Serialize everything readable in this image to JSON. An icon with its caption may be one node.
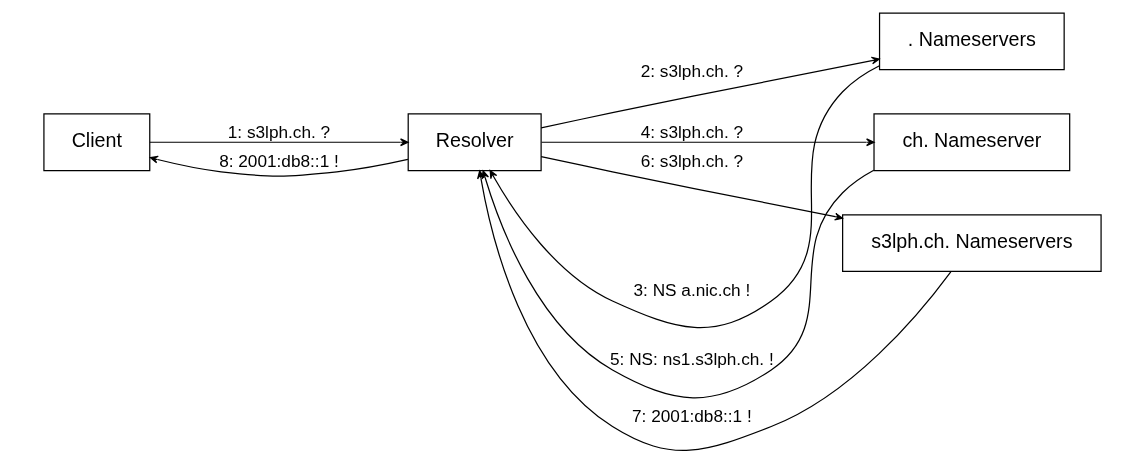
{
  "diagram": {
    "nodes": [
      {
        "text": [
          "Client"
        ]
      },
      {
        "text": [
          "Resolver"
        ]
      },
      {
        "text": [
          ". Nameservers"
        ]
      },
      {
        "text": [
          "ch. Nameserver"
        ]
      },
      {
        "text": [
          "s3lph.ch. Nameservers"
        ]
      }
    ],
    "edges": [
      {
        "from": 0,
        "to": 1,
        "arrow": "to",
        "label": "1: s3lph.ch. ?"
      },
      {
        "from": 1,
        "to": 2,
        "arrow": "to",
        "label": "2: s3lph.ch. ?"
      },
      {
        "from": 2,
        "to": 1,
        "arrow": "to",
        "label": "3: NS a.nic.ch !"
      },
      {
        "from": 1,
        "to": 3,
        "arrow": "to",
        "label": "4: s3lph.ch. ?"
      },
      {
        "from": 3,
        "to": 1,
        "arrow": "to",
        "label": "5: NS: ns1.s3lph.ch. !"
      },
      {
        "from": 1,
        "to": 4,
        "arrow": "to",
        "label": "6: s3lph.ch. ?"
      },
      {
        "from": 4,
        "to": 1,
        "arrow": "to",
        "label": "7: 2001:db8::1 !"
      },
      {
        "from": 1,
        "to": 0,
        "arrow": "to",
        "label": "8: 2001:db8::1 !"
      }
    ]
  }
}
